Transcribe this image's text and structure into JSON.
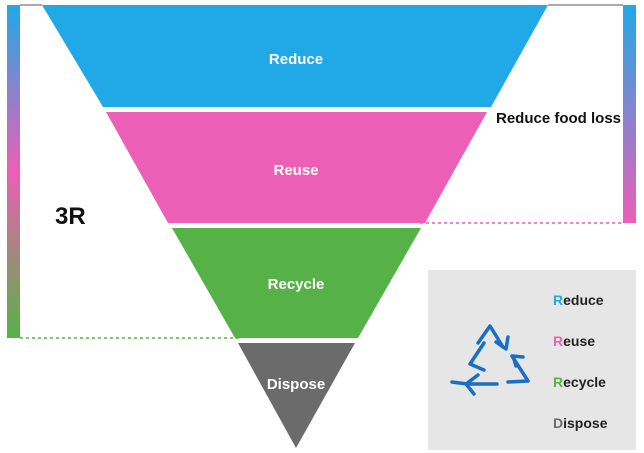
{
  "pyramid": {
    "tiers": [
      {
        "label": "Reduce",
        "color": "#20a9e6"
      },
      {
        "label": "Reuse",
        "color": "#ec5fb6"
      },
      {
        "label": "Recycle",
        "color": "#56b246"
      },
      {
        "label": "Dispose",
        "color": "#6b6b6b"
      }
    ]
  },
  "brackets": {
    "left_label": "3R",
    "right_label": "Reduce food loss"
  },
  "legend": {
    "icon": "recycle-icon",
    "icon_color": "#1a6fc4",
    "background": "#e6e6e6",
    "items": [
      {
        "initial": "R",
        "rest": "educe",
        "color": "#20a9e6"
      },
      {
        "initial": "R",
        "rest": "euse",
        "color": "#ec5fb6"
      },
      {
        "initial": "R",
        "rest": "ecycle",
        "color": "#56b246"
      },
      {
        "initial": "D",
        "rest": "ispose",
        "color": "#6b6b6b"
      }
    ]
  }
}
